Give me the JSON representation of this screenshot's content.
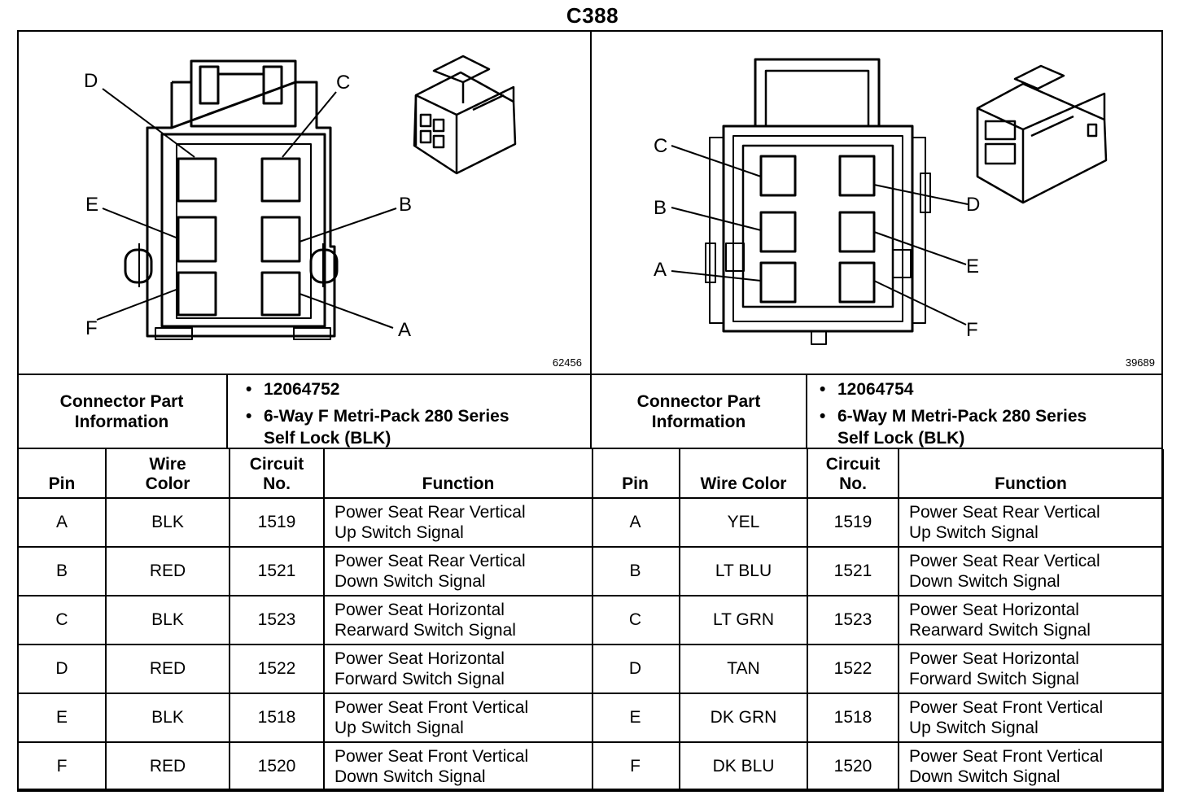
{
  "title": "C388",
  "left": {
    "figure_id": "62456",
    "pin_labels": {
      "A": "A",
      "B": "B",
      "C": "C",
      "D": "D",
      "E": "E",
      "F": "F"
    },
    "info_label_line1": "Connector Part",
    "info_label_line2": "Information",
    "part_number": "12064752",
    "description_line1": "6-Way F Metri-Pack 280 Series",
    "description_line2": "Self Lock (BLK)",
    "headers": {
      "pin": "Pin",
      "wire_color_1": "Wire",
      "wire_color_2": "Color",
      "circuit_1": "Circuit",
      "circuit_2": "No.",
      "function": "Function"
    },
    "rows": [
      {
        "pin": "A",
        "color": "BLK",
        "circuit": "1519",
        "f1": "Power Seat Rear Vertical",
        "f2": "Up Switch Signal"
      },
      {
        "pin": "B",
        "color": "RED",
        "circuit": "1521",
        "f1": "Power Seat Rear Vertical",
        "f2": "Down Switch Signal"
      },
      {
        "pin": "C",
        "color": "BLK",
        "circuit": "1523",
        "f1": "Power Seat Horizontal",
        "f2": "Rearward Switch Signal"
      },
      {
        "pin": "D",
        "color": "RED",
        "circuit": "1522",
        "f1": "Power Seat Horizontal",
        "f2": "Forward Switch Signal"
      },
      {
        "pin": "E",
        "color": "BLK",
        "circuit": "1518",
        "f1": "Power Seat Front Vertical",
        "f2": "Up Switch Signal"
      },
      {
        "pin": "F",
        "color": "RED",
        "circuit": "1520",
        "f1": "Power Seat Front Vertical",
        "f2": "Down Switch Signal"
      }
    ]
  },
  "right": {
    "figure_id": "39689",
    "pin_labels": {
      "A": "A",
      "B": "B",
      "C": "C",
      "D": "D",
      "E": "E",
      "F": "F"
    },
    "info_label_line1": "Connector Part",
    "info_label_line2": "Information",
    "part_number": "12064754",
    "description_line1": "6-Way M Metri-Pack 280 Series",
    "description_line2": "Self Lock (BLK)",
    "headers": {
      "pin": "Pin",
      "wire_color": "Wire Color",
      "circuit_1": "Circuit",
      "circuit_2": "No.",
      "function": "Function"
    },
    "rows": [
      {
        "pin": "A",
        "color": "YEL",
        "circuit": "1519",
        "f1": "Power Seat Rear Vertical",
        "f2": "Up Switch Signal"
      },
      {
        "pin": "B",
        "color": "LT BLU",
        "circuit": "1521",
        "f1": "Power Seat Rear Vertical",
        "f2": "Down Switch Signal"
      },
      {
        "pin": "C",
        "color": "LT GRN",
        "circuit": "1523",
        "f1": "Power Seat Horizontal",
        "f2": "Rearward Switch Signal"
      },
      {
        "pin": "D",
        "color": "TAN",
        "circuit": "1522",
        "f1": "Power Seat Horizontal",
        "f2": "Forward Switch Signal"
      },
      {
        "pin": "E",
        "color": "DK GRN",
        "circuit": "1518",
        "f1": "Power Seat Front Vertical",
        "f2": "Up Switch Signal"
      },
      {
        "pin": "F",
        "color": "DK BLU",
        "circuit": "1520",
        "f1": "Power Seat Front Vertical",
        "f2": "Down Switch Signal"
      }
    ]
  }
}
